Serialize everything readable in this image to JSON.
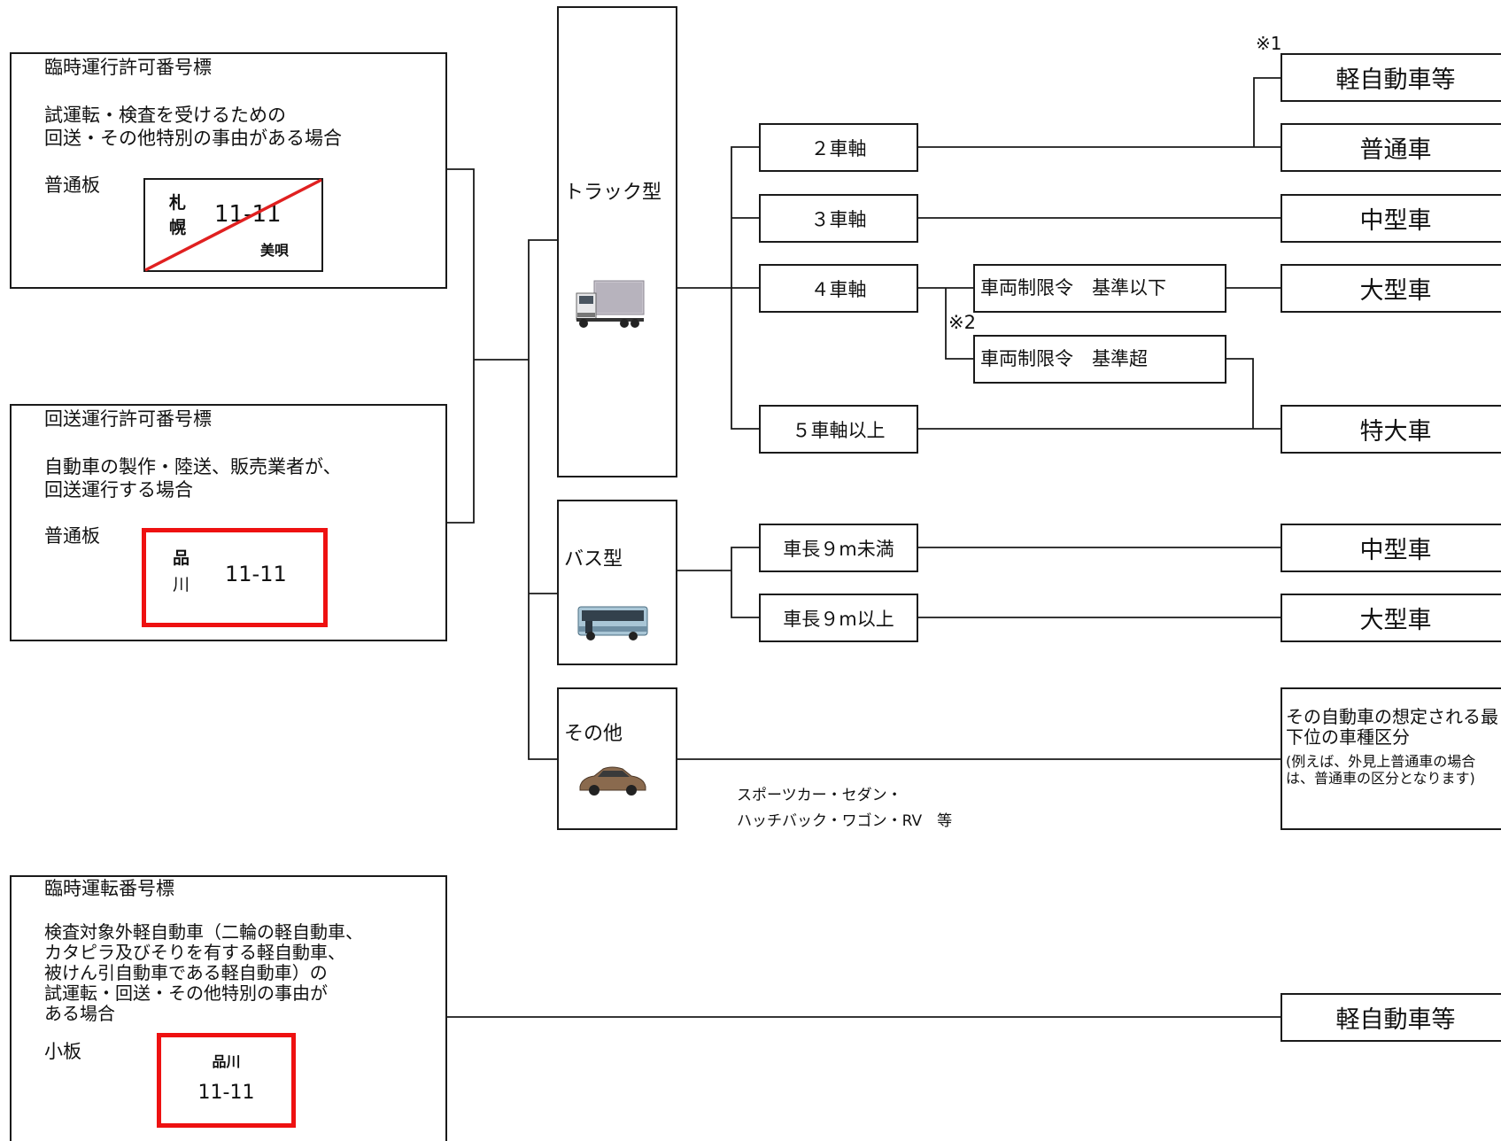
{
  "permits": [
    {
      "title": "臨時運行許可番号標",
      "description": "試運転・検査を受けるための\n回送・その他特別の事由がある場合",
      "plate_type": "普通板",
      "plate": {
        "region_top": "札",
        "region_bottom": "幌",
        "number": "11-11",
        "sub": "美唄",
        "crossed_out": true,
        "color": "#e02020"
      }
    },
    {
      "title": "回送運行許可番号標",
      "description": "自動車の製作・陸送、販売業者が、\n回送運行する場合",
      "plate_type": "普通板",
      "plate": {
        "region_top": "品",
        "region_bottom": "川",
        "number": "11-11",
        "border_color": "#ee1111"
      }
    },
    {
      "title": "臨時運転番号標",
      "description": "検査対象外軽自動車（二輪の軽自動車、\nカタピラ及びそりを有する軽自動車、\n被けん引自動車である軽自動車）の\n試運転・回送・その他特別の事由が\nある場合",
      "plate_type": "小板",
      "plate": {
        "region": "品川",
        "number": "11-11",
        "border_color": "#ee1111"
      }
    }
  ],
  "vehicle_types": {
    "truck": {
      "label": "トラック型",
      "image": "truck-image"
    },
    "bus": {
      "label": "バス型",
      "image": "bus-image"
    },
    "other": {
      "label": "その他",
      "image": "sedan-image"
    }
  },
  "axles": {
    "two": "２車軸",
    "three": "３車軸",
    "four": "４車軸",
    "five_plus": "５車軸以上"
  },
  "regulation": {
    "below": "車両制限令　基準以下",
    "over": "車両制限令　基準超"
  },
  "bus_length": {
    "under": "車長９m未満",
    "over": "車長９m以上"
  },
  "notes": {
    "note1": "※1",
    "note2": "※2"
  },
  "other_examples": "スポーツカー・セダン・\nハッチバック・ワゴン・RV　等",
  "results": {
    "kei": "軽自動車等",
    "futsu": "普通車",
    "chugata": "中型車",
    "ogata": "大型車",
    "tokudai": "特大車",
    "bus_chugata": "中型車",
    "bus_ogata": "大型車",
    "other_main": "その自動車の想定される最下位の車種区分",
    "other_note": "(例えば、外見上普通車の場合は、普通車の区分となります)",
    "kei_bottom": "軽自動車等"
  },
  "colors": {
    "plate_red": "#ee1111",
    "line": "#1a1a1a"
  }
}
